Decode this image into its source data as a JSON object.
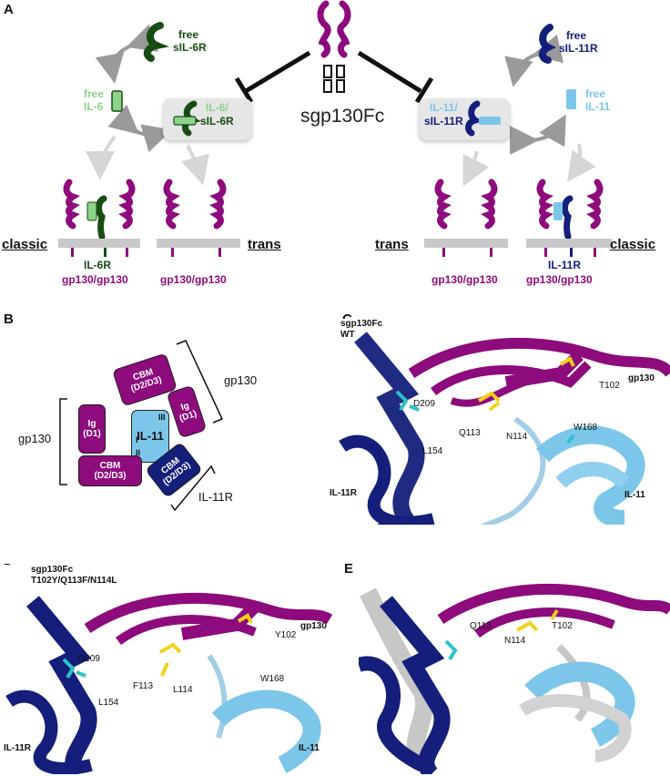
{
  "panels": {
    "a": "A",
    "b": "B",
    "c": "C",
    "d": "D",
    "e": "E"
  },
  "panel_a": {
    "free_sil6r": [
      "free",
      "sIL-6R"
    ],
    "free_il6": [
      "free",
      "IL-6"
    ],
    "il6_complex": [
      "IL-6/",
      "sIL-6R"
    ],
    "sgp130fc": "sgp130Fc",
    "il11_complex": [
      "IL-11/",
      "sIL-11R"
    ],
    "free_sil11r": [
      "free",
      "sIL-11R"
    ],
    "free_il11": [
      "free",
      "IL-11"
    ],
    "classic_left": "classic",
    "trans_left": "trans",
    "trans_right": "trans",
    "classic_right": "classic",
    "il6r": "IL-6R",
    "gp130_1": "gp130/gp130",
    "gp130_2": "gp130/gp130",
    "gp130_3": "gp130/gp130",
    "il11r": "IL-11R",
    "gp130_4": "gp130/gp130"
  },
  "panel_b": {
    "gp130_top": "gp130",
    "gp130_left": "gp130",
    "il11r": "IL-11R",
    "cbm_top": [
      "CBM",
      "(D2/D3)"
    ],
    "ig_right": [
      "Ig",
      "(D1)"
    ],
    "ig_left": [
      "Ig",
      "(D1)"
    ],
    "il11": "IL-11",
    "cbm_bottom": [
      "CBM",
      "(D2/D3)"
    ],
    "cbm_il11r": [
      "CBM",
      "(D2/D3)"
    ],
    "site_iii": "III",
    "site_i": "I",
    "site_ii": "II"
  },
  "panel_c": {
    "title": [
      "sgp130Fc",
      "WT"
    ],
    "d209": "D209",
    "q113": "Q113",
    "n114": "N114",
    "t102": "T102",
    "gp130": "gp130",
    "l154": "L154",
    "w168": "W168",
    "il11r": "IL-11R",
    "il11": "IL-11"
  },
  "panel_d": {
    "title": [
      "sgp130Fc",
      "T102Y/Q113F/N114L"
    ],
    "d209": "D209",
    "f113": "F113",
    "l114": "L114",
    "y102": "Y102",
    "gp130": "gp130",
    "l154": "L154",
    "w168": "W168",
    "il11r": "IL-11R",
    "il11": "IL-11"
  },
  "panel_e": {
    "q113": "Q113",
    "n114": "N114",
    "t102": "T102"
  },
  "colors": {
    "purple": "#8d0b7c",
    "dark_green": "#174d12",
    "light_green": "#8dd38a",
    "dark_blue": "#131f7a",
    "light_blue": "#7cc6ea",
    "yellow": "#f2d21b",
    "cyan": "#2cc3c9",
    "gray": "#c9c9c9"
  }
}
